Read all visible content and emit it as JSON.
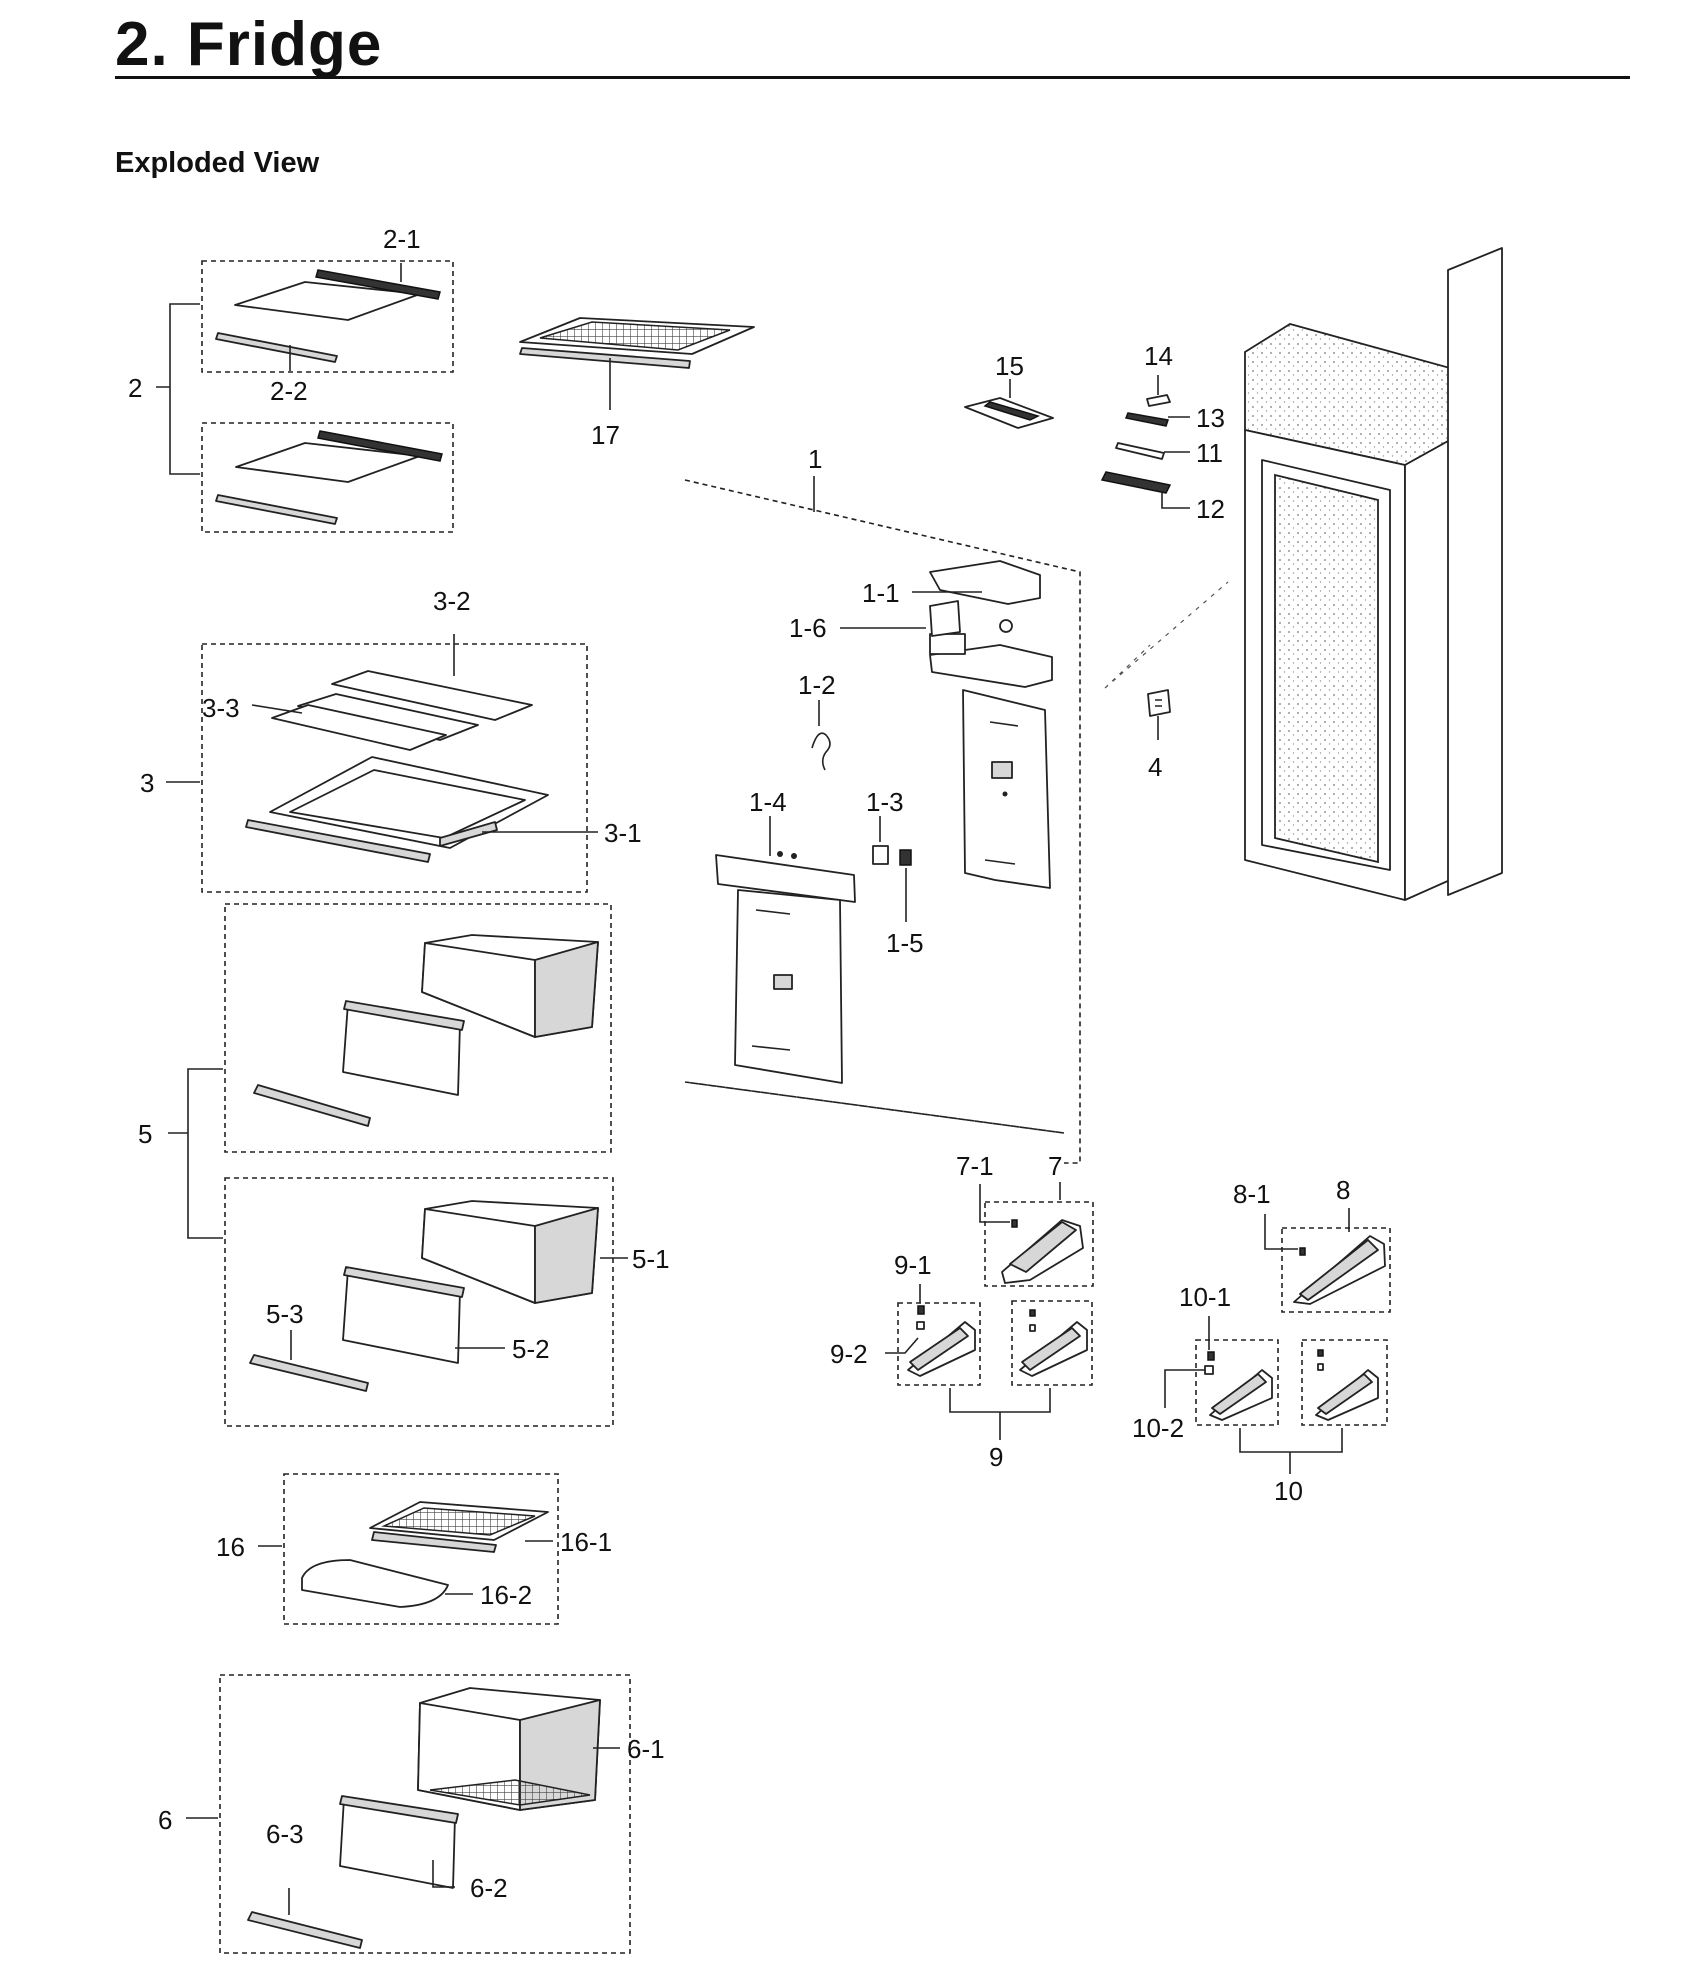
{
  "header": {
    "title": "2.  Fridge",
    "subtitle": "Exploded View"
  },
  "labels": {
    "l2_1": "2-1",
    "l2_2": "2-2",
    "l2": "2",
    "l17": "17",
    "l15": "15",
    "l14": "14",
    "l13": "13",
    "l11": "11",
    "l12": "12",
    "l1": "1",
    "l1_1": "1-1",
    "l1_6": "1-6",
    "l1_2": "1-2",
    "l1_4": "1-4",
    "l1_3": "1-3",
    "l1_5": "1-5",
    "l4": "4",
    "l3_2": "3-2",
    "l3_3": "3-3",
    "l3": "3",
    "l3_1": "3-1",
    "l5": "5",
    "l5_1": "5-1",
    "l5_2": "5-2",
    "l5_3": "5-3",
    "l7_1": "7-1",
    "l7": "7",
    "l8_1": "8-1",
    "l8": "8",
    "l9_1": "9-1",
    "l9_2": "9-2",
    "l9": "9",
    "l10_1": "10-1",
    "l10_2": "10-2",
    "l10": "10",
    "l16": "16",
    "l16_1": "16-1",
    "l16_2": "16-2",
    "l6": "6",
    "l6_1": "6-1",
    "l6_2": "6-2",
    "l6_3": "6-3"
  }
}
